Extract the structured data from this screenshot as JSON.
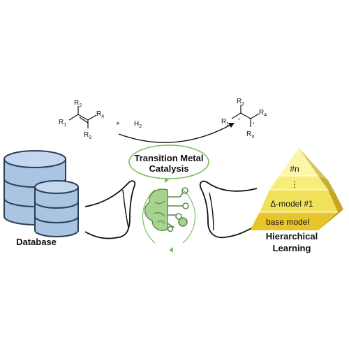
{
  "reaction": {
    "reactant_groups": {
      "top": "R2",
      "left": "R1",
      "right": "R4",
      "bottom": "R3"
    },
    "plus": "+",
    "reagent": "H2",
    "product_groups": {
      "top": "R2",
      "left": "R1",
      "right": "R4",
      "bottom": "R3"
    },
    "stereo_mark": "*"
  },
  "catalysis_label": {
    "line1": "Transition Metal",
    "line2": "Catalysis"
  },
  "database_label": "Database",
  "pyramid": {
    "levels": [
      "#n",
      "⋮",
      "Δ-model #1",
      "base model"
    ]
  },
  "hierarchical_label": {
    "line1": "Hierarchical",
    "line2": "Learning"
  },
  "colors": {
    "database_fill": "#a9c5e2",
    "database_stroke": "#2d3f55",
    "accent_green": "#7fbf5f",
    "pyramid_light": "#f7f08a",
    "pyramid_dark": "#e3b810"
  },
  "icons": [
    "database-icon",
    "brain-circuit-icon",
    "hand-icon",
    "pyramid-icon"
  ]
}
